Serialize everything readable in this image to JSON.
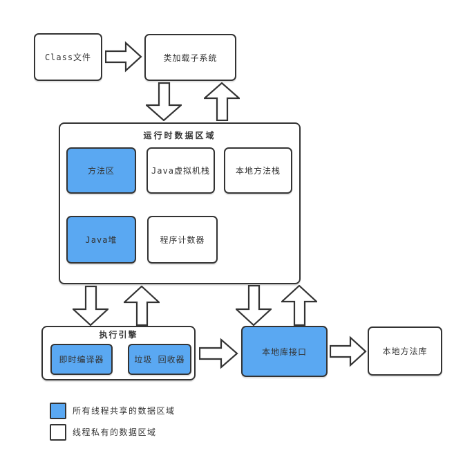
{
  "colors": {
    "shared_fill": "#5AA8F2",
    "private_fill": "#FFFFFF",
    "border": "#333333"
  },
  "nodes": {
    "class_file": "Class文件",
    "class_loader": "类加载子系统",
    "runtime_area": "运行时数据区域",
    "method_area": "方法区",
    "java_vm_stack": "Java虚拟机栈",
    "native_method_stack": "本地方法栈",
    "java_heap": "Java堆",
    "program_counter": "程序计数器",
    "execution_engine": "执行引擎",
    "jit_compiler": "即时编译器",
    "garbage_collector": "垃圾 回收器",
    "native_interface": "本地库接口",
    "native_method_library": "本地方法库"
  },
  "legend": {
    "shared": "所有线程共享的数据区域",
    "private": "线程私有的数据区域"
  }
}
